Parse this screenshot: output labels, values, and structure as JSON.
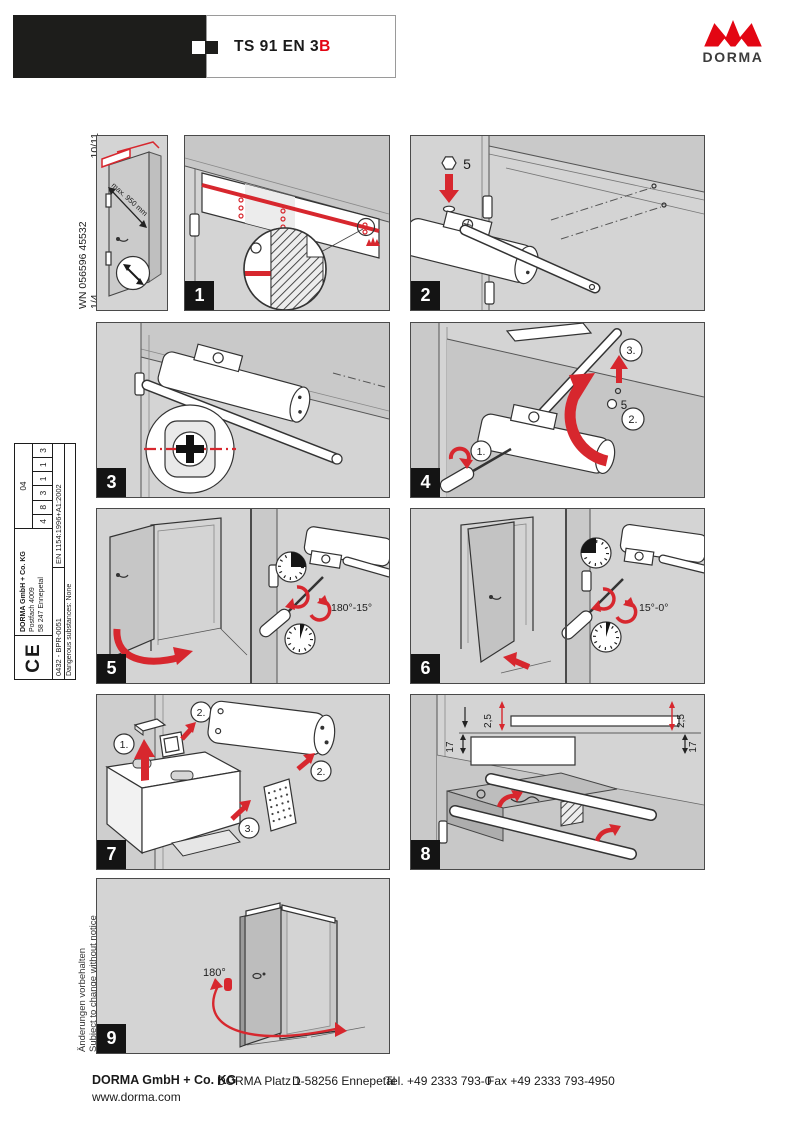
{
  "colors": {
    "brand_red": "#e30613",
    "drawing_red": "#d7272e",
    "bar_black": "#1d1d1b",
    "panel_gray": "#d4d4d4"
  },
  "header": {
    "product_title": "TS 91 EN 3",
    "product_title_suffix": "B",
    "brand": "DORMA"
  },
  "sidebar": {
    "doc_number": "WN 056596 45532",
    "doc_date": "10/11",
    "sheet": "1/4",
    "notice_de": "Änderungen vorbehalten",
    "notice_en": "Subject to change without notice"
  },
  "ce_label": {
    "mark": "CE",
    "company": "DORMA GmbH + Co. KG",
    "address1": "Postfach 4009",
    "address2": "58 247 Ennepetal",
    "year": "04",
    "class_digits": [
      "4",
      "8",
      "3",
      "1",
      "1",
      "3"
    ],
    "cert": "0432 - BPR-0051",
    "standard": "EN 1154:1996+A1:2002",
    "substances": "Dangerous substances: None"
  },
  "panels": {
    "p1": {
      "num": "1",
      "max_width": "max. 950 mm"
    },
    "p2": {
      "num": "2",
      "hex_size": "5"
    },
    "p3": {
      "num": "3"
    },
    "p4": {
      "num": "4",
      "step1": "1.",
      "step2": "2.",
      "step3": "3.",
      "hex_size": "5"
    },
    "p5": {
      "num": "5",
      "range": "180°-15°"
    },
    "p6": {
      "num": "6",
      "range": "15°-0°"
    },
    "p7": {
      "num": "7",
      "step1": "1.",
      "step2a": "2.",
      "step2b": "2.",
      "step3": "3."
    },
    "p8": {
      "num": "8",
      "dim_gap": "2,5",
      "dim_height": "17"
    },
    "p9": {
      "num": "9",
      "angle": "180°"
    }
  },
  "footer": {
    "company": "DORMA GmbH + Co. KG",
    "website": "www.dorma.com",
    "street": "DORMA Platz 1",
    "city": "D-58256 Ennepetal",
    "phone": "Tel.  +49 2333 793-0",
    "fax": "Fax  +49 2333 793-4950"
  }
}
